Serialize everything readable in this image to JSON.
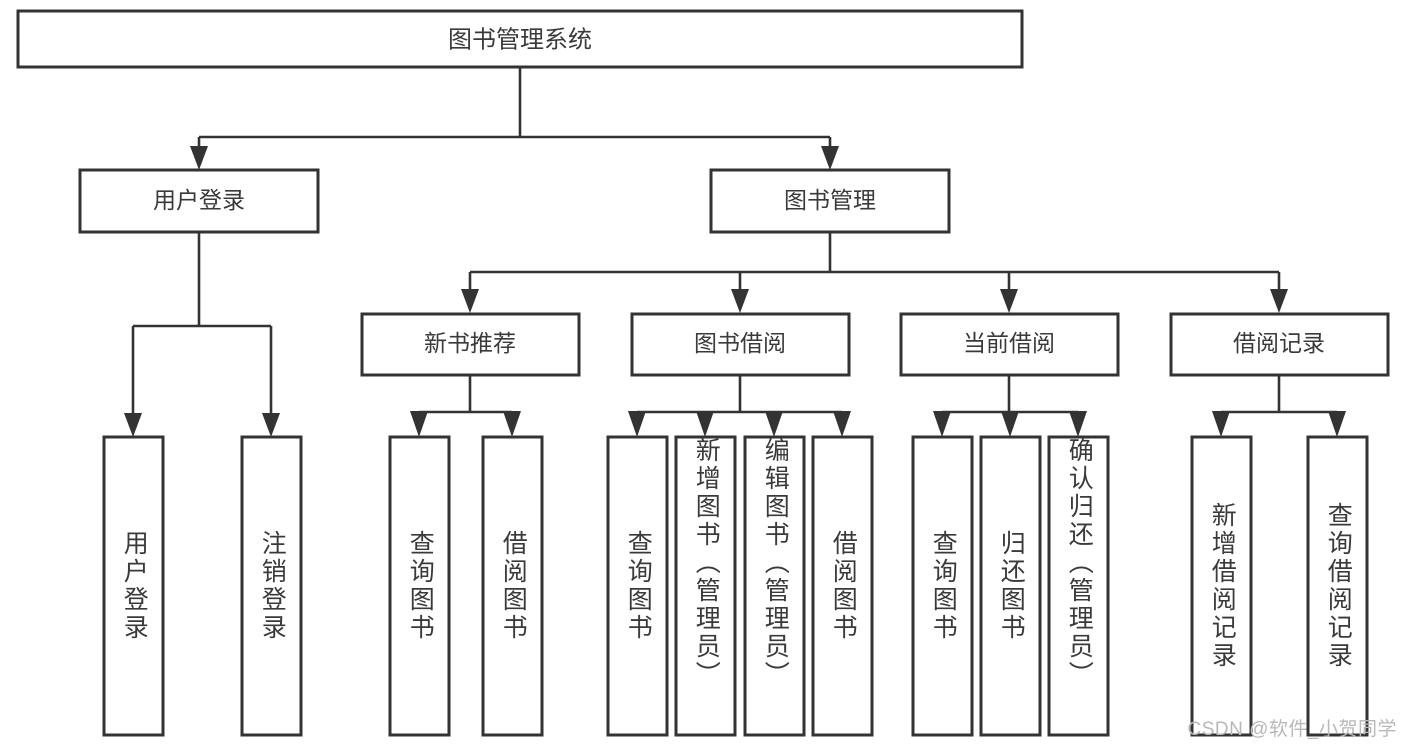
{
  "diagram": {
    "title": "图书管理系统",
    "watermark": "CSDN @软件_小贺同学",
    "colors": {
      "box_stroke": "#333333",
      "box_fill": "#ffffff",
      "text": "#3a3a3a",
      "background": "#ffffff",
      "watermark": "#b8b8b8"
    },
    "root": {
      "label": "图书管理系统"
    },
    "level1": [
      {
        "label": "用户登录"
      },
      {
        "label": "图书管理"
      }
    ],
    "level2": [
      {
        "label": "新书推荐"
      },
      {
        "label": "图书借阅"
      },
      {
        "label": "当前借阅"
      },
      {
        "label": "借阅记录"
      }
    ],
    "leaves": {
      "user_login": [
        {
          "label": "用户登录"
        },
        {
          "label": "注销登录"
        }
      ],
      "new_book_recommend": [
        {
          "label": "查询图书"
        },
        {
          "label": "借阅图书"
        }
      ],
      "book_borrow": [
        {
          "label": "查询图书"
        },
        {
          "label": "新增图书（管理员）"
        },
        {
          "label": "编辑图书（管理员）"
        },
        {
          "label": "借阅图书"
        }
      ],
      "current_borrow": [
        {
          "label": "查询图书"
        },
        {
          "label": "归还图书"
        },
        {
          "label": "确认归还（管理员）"
        }
      ],
      "borrow_record": [
        {
          "label": "新增借阅记录"
        },
        {
          "label": "查询借阅记录"
        }
      ]
    }
  }
}
